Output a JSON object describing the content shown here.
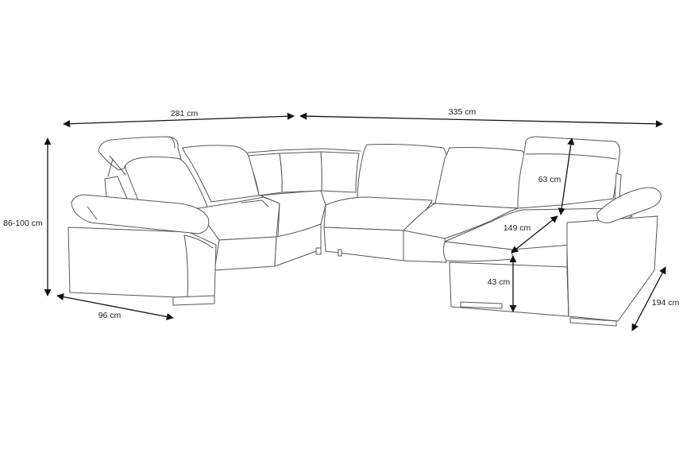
{
  "dimensions": {
    "left_width": "281 cm",
    "right_width": "335 cm",
    "height": "86-100 cm",
    "left_depth": "96 cm",
    "headrest_height": "63 cm",
    "chaise_depth": "149 cm",
    "seat_height": "43 cm",
    "right_depth": "194 cm"
  },
  "colors": {
    "outline": "#555555",
    "dimension_line": "#111111"
  }
}
